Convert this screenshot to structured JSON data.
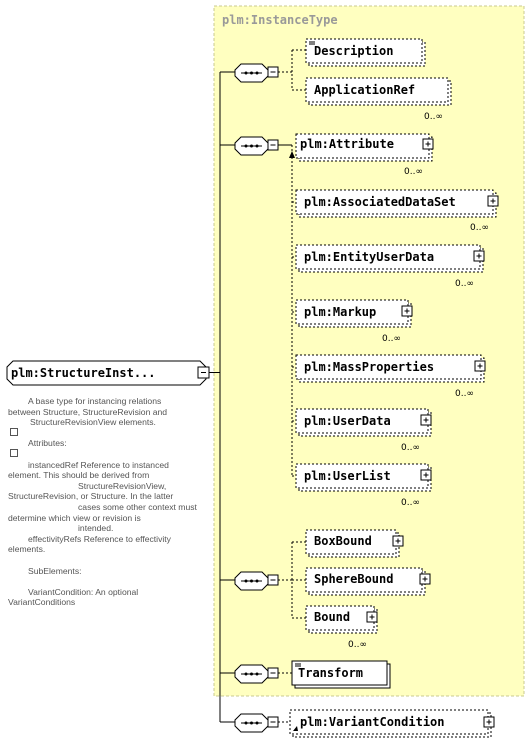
{
  "type_group_label": "plm:InstanceType",
  "root_element": "plm:StructureInst...",
  "annotation": [
    "A base type for instancing relations",
    "between Structure, StructureRevision and",
    "StructureRevisionView elements.",
    "",
    "Attributes:",
    "",
    "instancedRef    Reference to instanced",
    "element. This should be derived from",
    "StructureRevisionView,",
    "StructureRevision, or Structure. In the latter",
    "cases some other context must",
    "determine which view or revision is",
    "intended.",
    "effectivityRefs  Reference to effectivity",
    "elements.",
    "",
    "SubElements:",
    "",
    "VariantCondition:  An optional",
    "VariantConditions"
  ],
  "elements": {
    "description": "Description",
    "application_ref": "ApplicationRef",
    "attribute": "plm:Attribute",
    "associated_data_set": "plm:AssociatedDataSet",
    "entity_user_data": "plm:EntityUserData",
    "markup": "plm:Markup",
    "mass_properties": "plm:MassProperties",
    "user_data": "plm:UserData",
    "user_list": "plm:UserList",
    "box_bound": "BoxBound",
    "sphere_bound": "SphereBound",
    "bound": "Bound",
    "transform": "Transform",
    "variant_condition": "plm:VariantCondition"
  },
  "occurrence": "0..∞",
  "colors": {
    "group_fill": "#ffffc0",
    "group_border": "#c8c890",
    "group_label": "#999999",
    "line": "#000000"
  }
}
